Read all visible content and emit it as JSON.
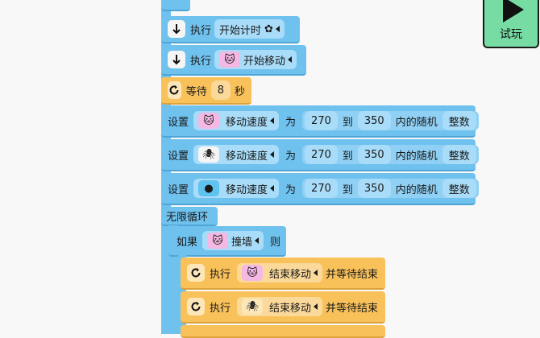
{
  "blocks": {
    "exec1": {
      "label": "执行",
      "item": "开始计时"
    },
    "exec2": {
      "label": "执行",
      "item": "开始移动"
    },
    "wait": {
      "label": "等待",
      "value": "8",
      "unit": "秒"
    },
    "set1": {
      "set": "设置",
      "prop": "移动速度",
      "as": "为",
      "from": "270",
      "to_word": "到",
      "to": "350",
      "range": "内的随机",
      "type": "整数"
    },
    "set2": {
      "set": "设置",
      "prop": "移动速度",
      "as": "为",
      "from": "270",
      "to_word": "到",
      "to": "350",
      "range": "内的随机",
      "type": "整数"
    },
    "set3": {
      "set": "设置",
      "prop": "移动速度",
      "as": "为",
      "from": "270",
      "to_word": "到",
      "to": "350",
      "range": "内的随机",
      "type": "整数"
    },
    "loop": {
      "label": "无限循环"
    },
    "if": {
      "if": "如果",
      "cond": "撞墙",
      "then": "则"
    },
    "stop1": {
      "label": "执行",
      "item": "结束移动",
      "wait": "并等待结束"
    },
    "stop2": {
      "label": "执行",
      "item": "结束移动",
      "wait": "并等待结束"
    }
  },
  "play_button": {
    "label": "试玩"
  },
  "colors": {
    "motion_blue": "#6fc1ee",
    "control_orange": "#f8c15a",
    "play_green": "#76dca4"
  }
}
